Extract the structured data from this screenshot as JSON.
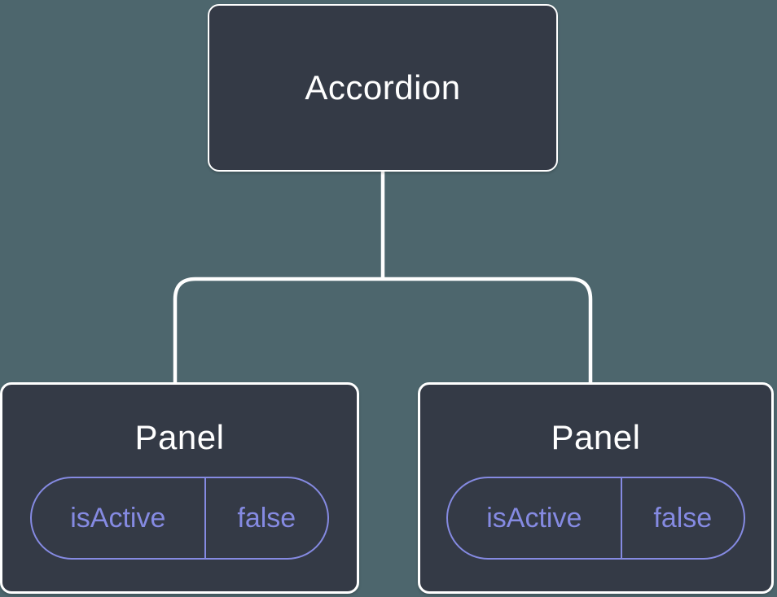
{
  "colors": {
    "canvas_bg": "#4D666D",
    "node_fill": "#343A46",
    "node_border": "#FFFFFF",
    "connector": "#FFFFFF",
    "accent": "#858AE2",
    "text": "#FFFFFF"
  },
  "tree": {
    "root": {
      "label": "Accordion"
    },
    "children": [
      {
        "label": "Panel",
        "props": [
          {
            "name": "isActive",
            "value": "false"
          }
        ]
      },
      {
        "label": "Panel",
        "props": [
          {
            "name": "isActive",
            "value": "false"
          }
        ]
      }
    ]
  }
}
